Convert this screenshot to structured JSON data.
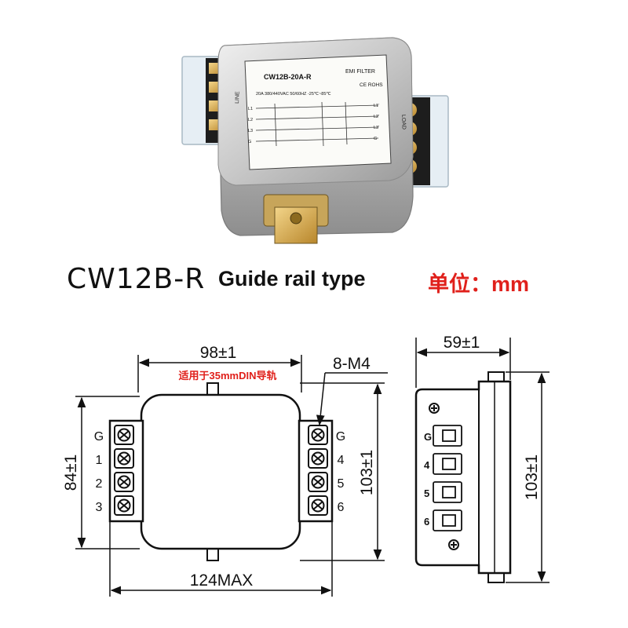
{
  "product_photo": {
    "label_model": "CW12B-20A-R",
    "label_type": "EMI FILTER",
    "label_specs": "20A  380/440VAC 50/60HZ -25℃~85℃",
    "label_certs": "CE  ROHS",
    "label_inputs": [
      "L1",
      "L2",
      "L3",
      "G"
    ],
    "label_outputs": [
      "L1'",
      "L2'",
      "L3'",
      "G"
    ],
    "side_left": "LINE",
    "side_right": "LOAD"
  },
  "title": {
    "model": "CW12B-R",
    "type": "Guide rail type",
    "unit": "单位：mm"
  },
  "front_view": {
    "width_dim": "98±1",
    "rail_note": "适用于35mmDIN导轨",
    "screw_callout": "8-M4",
    "left_height_dim": "84±1",
    "right_height_dim": "103±1",
    "overall_width_dim": "124MAX",
    "left_terminals": [
      "G",
      "1",
      "2",
      "3"
    ],
    "right_terminals": [
      "G",
      "4",
      "5",
      "6"
    ]
  },
  "side_view": {
    "width_dim": "59±1",
    "height_dim": "103±1",
    "terminals": [
      "G",
      "4",
      "5",
      "6"
    ]
  },
  "colors": {
    "line": "#111111",
    "accent_red": "#e0201b",
    "housing": "#c9c9c9"
  }
}
